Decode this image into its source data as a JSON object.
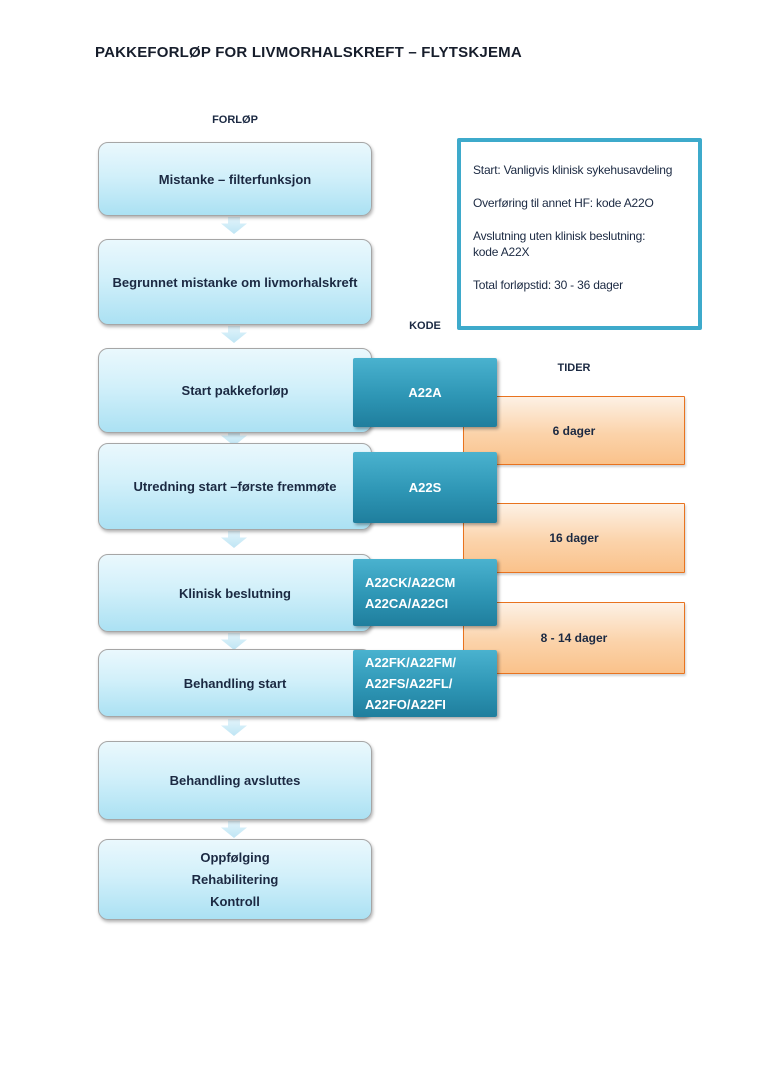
{
  "page": {
    "title": "PAKKEFORLØP FOR LIVMORHALSKREFT – FLYTSKJEMA"
  },
  "columns": {
    "forlop_label": "FORLØP",
    "kode_label": "KODE",
    "tider_label": "TIDER"
  },
  "flow": {
    "boxes": [
      {
        "label": "Mistanke – filterfunksjon"
      },
      {
        "label": "Begrunnet mistanke om livmorhalskreft"
      },
      {
        "label": "Start pakkeforløp"
      },
      {
        "label": "Utredning start –første fremmøte"
      },
      {
        "label": "Klinisk beslutning"
      },
      {
        "label": "Behandling start"
      },
      {
        "label": "Behandling avsluttes"
      },
      {
        "label": "Oppfølging\nRehabilitering\nKontroll"
      }
    ]
  },
  "codes": [
    {
      "label": "A22A"
    },
    {
      "label": "A22S"
    },
    {
      "label": "A22CK/A22CM\nA22CA/A22CI"
    },
    {
      "label": "A22FK/A22FM/\nA22FS/A22FL/\nA22FO/A22FI"
    }
  ],
  "times": [
    {
      "label": "6 dager"
    },
    {
      "label": "16 dager"
    },
    {
      "label": "8 - 14 dager"
    }
  ],
  "info_box": {
    "lines": [
      "Start: Vanligvis klinisk sykehusavdeling",
      "Overføring til annet HF: kode A22O",
      "Avslutning uten klinisk beslutning:\nkode A22X",
      "Total forløpstid: 30 - 36 dager"
    ]
  },
  "colors": {
    "accent_teal_border": "#3EAACB",
    "badge_teal_top": "#4AB2CF",
    "badge_teal_bottom": "#1F7E9D",
    "flow_box_blue_top": "#EAF8FD",
    "flow_box_blue_bottom": "#ABE1F3",
    "time_box_orange_border": "#E8731F",
    "time_box_orange_fill": "#FAC28B",
    "dark_text": "#1B2942"
  }
}
